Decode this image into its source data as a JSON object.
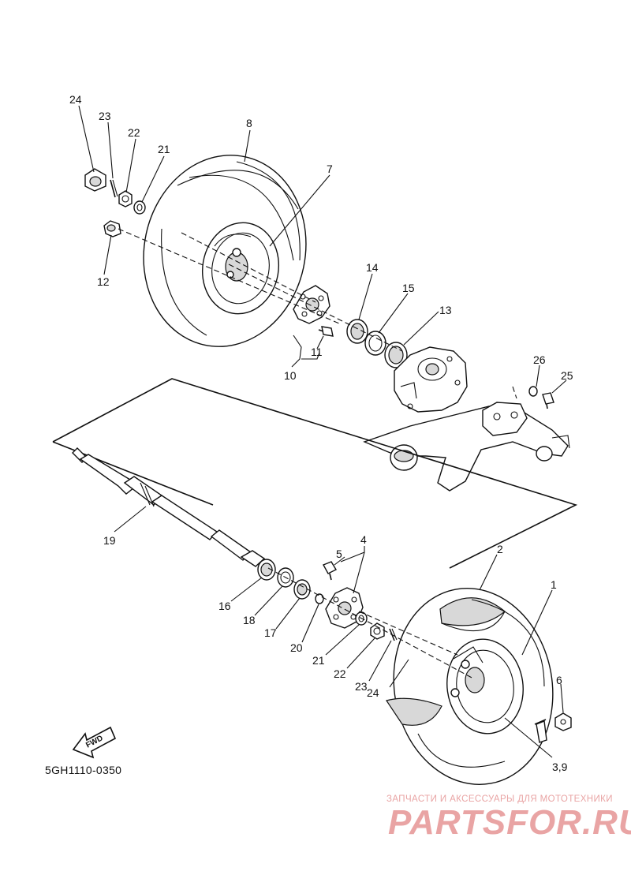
{
  "diagram": {
    "drawing_code": "5GH1110-0350",
    "fwd_label": "FWD",
    "watermark_tagline": "ЗАПЧАСТИ И АКСЕССУАРЫ ДЛЯ МОТОТЕХНИКИ",
    "watermark_logo": "PARTSFOR.RU",
    "callouts": {
      "c24a": "24",
      "c23a": "23",
      "c22a": "22",
      "c21a": "21",
      "c8": "8",
      "c7": "7",
      "c12": "12",
      "c14": "14",
      "c15": "15",
      "c13": "13",
      "c11": "11",
      "c10": "10",
      "c26": "26",
      "c25": "25",
      "c19": "19",
      "c4": "4",
      "c5": "5",
      "c2": "2",
      "c1": "1",
      "c16": "16",
      "c18": "18",
      "c17": "17",
      "c20": "20",
      "c21b": "21",
      "c22b": "22",
      "c23b": "23",
      "c24b": "24",
      "c6": "6",
      "c39": "3,9"
    }
  }
}
